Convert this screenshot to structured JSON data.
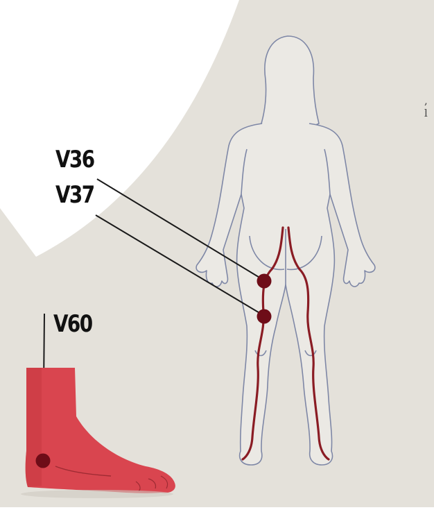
{
  "points": {
    "v36": {
      "label": "V36"
    },
    "v37": {
      "label": "V37"
    },
    "v60": {
      "label": "V60"
    }
  },
  "margin_text": [
    ",",
    "l"
  ],
  "colors": {
    "background_shape": "#e4e1da",
    "page": "#ffffff",
    "body_outline": "#7e87a6",
    "meridian": "#8a1c24",
    "point": "#6e0d18",
    "foot_fill": "#d9454f",
    "label_text": "#111111",
    "leader_line": "#1a1a1a"
  },
  "icons": [
    "body-back-view-icon",
    "foot-side-view-icon"
  ]
}
